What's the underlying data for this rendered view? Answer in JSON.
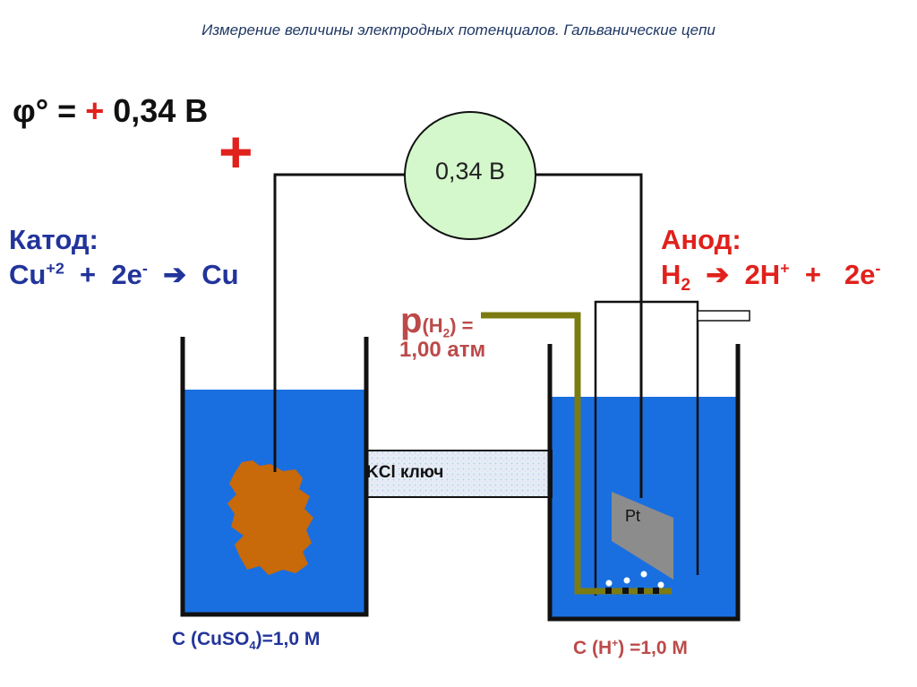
{
  "title": "Измерение величины электродных потенциалов. Гальванические цепи",
  "potential": {
    "symbol": "φ°",
    "equals": " = ",
    "sign": "+",
    "value": " 0,34 В"
  },
  "polarity_sign": "+",
  "voltmeter": {
    "reading": "0,34 В"
  },
  "cathode": {
    "title": "Катод:",
    "eq_part1": "Cu",
    "eq_sup1": "+2",
    "eq_part2": "  +  2e",
    "eq_sup2": "-",
    "eq_arrow": "  ➔  ",
    "eq_part3": "Cu"
  },
  "anode": {
    "title": "Анод:",
    "eq_part1": "H",
    "eq_sub1": "2",
    "eq_arrow": "  ➔  ",
    "eq_part2": "2H",
    "eq_sup1": "+",
    "eq_part3": "  +   2e",
    "eq_sup2": "-"
  },
  "hydrogen_pressure": {
    "p": "p",
    "paren_open": "(H",
    "sub": "2",
    "paren_close": ") =",
    "value": "1,00 атм"
  },
  "salt_bridge": {
    "label": "KCl ключ"
  },
  "platinum": {
    "label": "Pt"
  },
  "concentration_left": {
    "part1": "C (CuSO",
    "sub": "4",
    "part2": ")=1,0 М"
  },
  "concentration_right": {
    "part1": "C (H",
    "sup": "+",
    "part2": ") =1,0 М"
  },
  "colors": {
    "solution": "#1a6fe0",
    "copper": "#c8690a",
    "voltmeter_fill": "#d4f7cc",
    "hydrogen_tube": "#7b7b11",
    "platinum": "#8c8c8c",
    "salt_bridge": "#dde8f0"
  }
}
